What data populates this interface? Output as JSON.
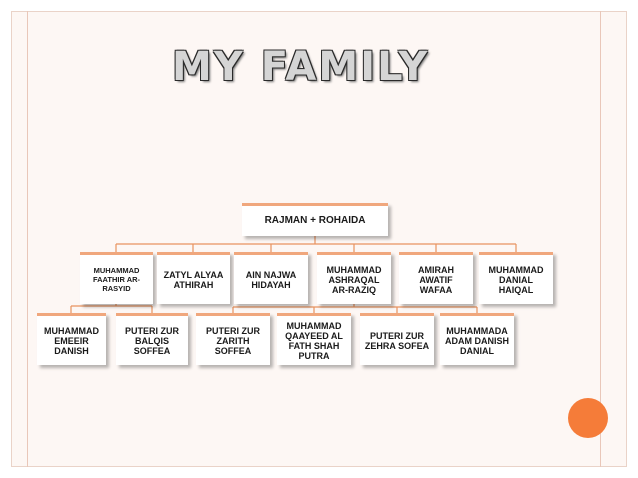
{
  "title": "MY FAMILY",
  "tree": {
    "root": {
      "id": "root",
      "label": "RAJMAN  +  ROHAIDA"
    },
    "children": [
      {
        "id": "c1",
        "label": "MUHAMMAD FAATHIR AR-RASYID"
      },
      {
        "id": "c2",
        "label": "ZATYL ALYAA ATHIRAH"
      },
      {
        "id": "c3",
        "label": "AIN NAJWA HIDAYAH"
      },
      {
        "id": "c4",
        "label": "MUHAMMAD ASHRAQAL AR-RAZIQ"
      },
      {
        "id": "c5",
        "label": "AMIRAH AWATIF WAFAA"
      },
      {
        "id": "c6",
        "label": "MUHAMMAD DANIAL HAIQAL"
      }
    ],
    "grandchildren": [
      {
        "id": "g1",
        "parent": "c1",
        "label": "MUHAMMAD EMEEIR DANISH"
      },
      {
        "id": "g2",
        "parent": "c1",
        "label": "PUTERI ZUR BALQIS SOFFEA"
      },
      {
        "id": "g3",
        "parent": "c4",
        "label": "PUTERI ZUR ZARITH SOFFEA"
      },
      {
        "id": "g4",
        "parent": "c4",
        "label": "MUHAMMAD QAAYEED AL FATH SHAH PUTRA"
      },
      {
        "id": "g5",
        "parent": "c4",
        "label": "PUTERI ZUR ZEHRA SOFEA"
      },
      {
        "id": "g6",
        "parent": "c4",
        "label": "MUHAMMADA ADAM DANISH DANIAL"
      }
    ]
  },
  "colors": {
    "connector": "#e8935f",
    "node_top_border": "#f0a77d",
    "accent_circle": "#f57c39"
  }
}
